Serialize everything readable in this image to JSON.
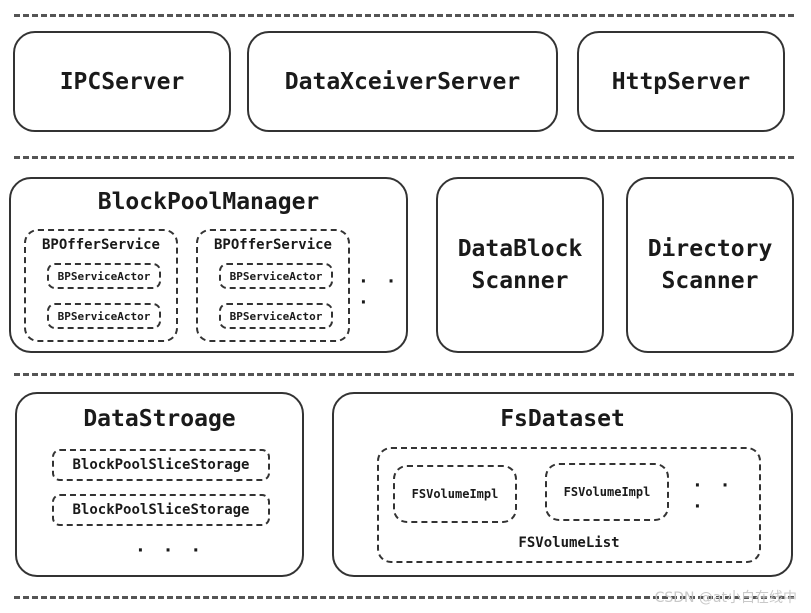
{
  "top_layer": {
    "ipc_server": "IPCServer",
    "data_xceiver_server": "DataXceiverServer",
    "http_server": "HttpServer"
  },
  "middle_layer": {
    "block_pool_manager": {
      "title": "BlockPoolManager",
      "offer_services": [
        {
          "title": "BPOfferService",
          "actors": [
            "BPServiceActor",
            "BPServiceActor"
          ]
        },
        {
          "title": "BPOfferService",
          "actors": [
            "BPServiceActor",
            "BPServiceActor"
          ]
        }
      ],
      "ellipsis": "· · ·"
    },
    "data_block_scanner": {
      "line1": "DataBlock",
      "line2": "Scanner"
    },
    "directory_scanner": {
      "line1": "Directory",
      "line2": "Scanner"
    }
  },
  "bottom_layer": {
    "data_storage": {
      "title": "DataStroage",
      "items": [
        "BlockPoolSliceStorage",
        "BlockPoolSliceStorage"
      ],
      "ellipsis": "· · ·"
    },
    "fs_dataset": {
      "title": "FsDataset",
      "volumes": [
        "FSVolumeImpl",
        "FSVolumeImpl"
      ],
      "ellipsis": "· · ·",
      "volume_list_label": "FSVolumeList"
    }
  },
  "watermark": "CSDN @at小白在线中"
}
